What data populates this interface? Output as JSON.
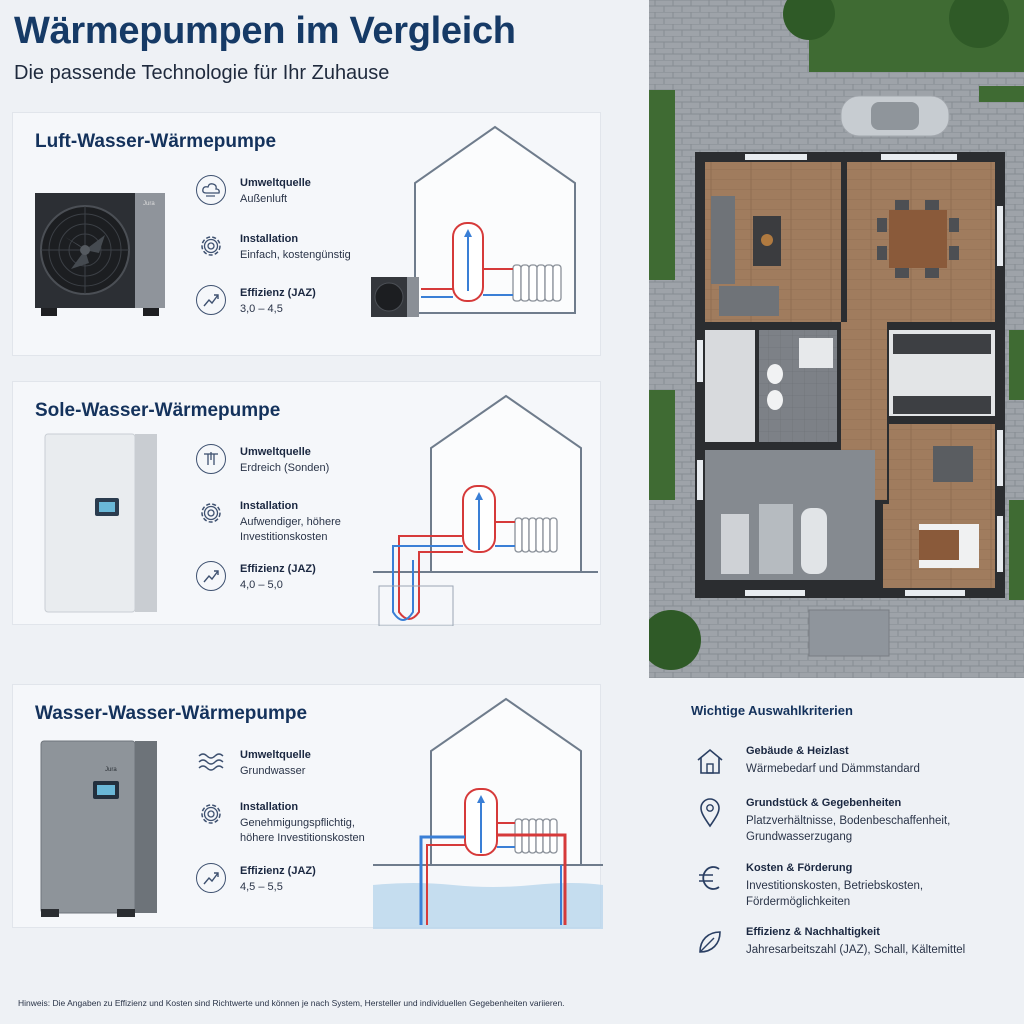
{
  "header": {
    "title": "Wärmepumpen im Vergleich",
    "subtitle": "Die passende Technologie für Ihr Zuhause"
  },
  "pumps": [
    {
      "title": "Luft-Wasser-Wärmepumpe",
      "source_label": "Umweltquelle",
      "source_value": "Außenluft",
      "source_icon": "cloud-wind-icon",
      "install_label": "Installation",
      "install_value": "Einfach, kostengünstig",
      "eff_label": "Effizienz (JAZ)",
      "eff_value": "3,0 – 4,5",
      "device_brand": "Jura"
    },
    {
      "title": "Sole-Wasser-Wärmepumpe",
      "source_label": "Umweltquelle",
      "source_value": "Erdreich (Sonden)",
      "source_icon": "ground-probe-icon",
      "install_label": "Installation",
      "install_value_1": "Aufwendiger, höhere",
      "install_value_2": "Investitionskosten",
      "eff_label": "Effizienz (JAZ)",
      "eff_value": "4,0 – 5,0"
    },
    {
      "title": "Wasser-Wasser-Wärmepumpe",
      "source_label": "Umweltquelle",
      "source_value": "Grundwasser",
      "source_icon": "water-waves-icon",
      "install_label": "Installation",
      "install_value_1": "Genehmigungspflichtig,",
      "install_value_2": "höhere Investitionskosten",
      "eff_label": "Effizienz (JAZ)",
      "eff_value": "4,5 – 5,5",
      "device_brand": "Jura"
    }
  ],
  "criteria": {
    "heading": "Wichtige Auswahlkriterien",
    "items": [
      {
        "label": "Gebäude & Heizlast",
        "value_1": "Wärmebedarf und Dämmstandard",
        "value_2": "",
        "icon": "house-icon"
      },
      {
        "label": "Grundstück & Gegebenheiten",
        "value_1": "Platzverhältnisse, Bodenbeschaffenheit,",
        "value_2": "Grundwasserzugang",
        "icon": "location-pin-icon"
      },
      {
        "label": "Kosten & Förderung",
        "value_1": "Investitionskosten, Betriebskosten,",
        "value_2": "Fördermöglichkeiten",
        "icon": "euro-icon"
      },
      {
        "label": "Effizienz & Nachhaltigkeit",
        "value_1": "Jahresarbeitszahl (JAZ), Schall, Kältemittel",
        "value_2": "",
        "icon": "leaf-icon"
      }
    ]
  },
  "footer": {
    "note": "Hinweis: Die Angaben zu Effizienz und Kosten sind Richtwerte und können je nach System, Hersteller und individuellen Gegebenheiten variieren."
  },
  "colors": {
    "title": "#163a66",
    "pipe_hot": "#d63a3a",
    "pipe_cold": "#3a7fd6",
    "water": "#b9d6ec"
  }
}
